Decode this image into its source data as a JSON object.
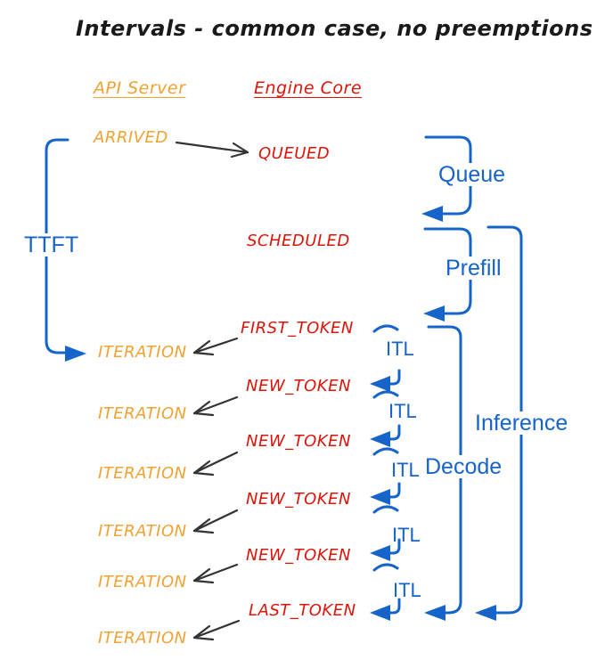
{
  "title": "Intervals - common case, no preemptions",
  "columns": {
    "api_server": "API Server",
    "engine_core": "Engine Core"
  },
  "events": {
    "arrived": "ARRIVED",
    "queued": "QUEUED",
    "scheduled": "SCHEDULED",
    "first_token": "FIRST_TOKEN",
    "new_token": "NEW_TOKEN",
    "last_token": "LAST_TOKEN",
    "iteration": "ITERATION"
  },
  "intervals": {
    "ttft": "TTFT",
    "queue": "Queue",
    "prefill": "Prefill",
    "decode": "Decode",
    "inference": "Inference",
    "itl": "ITL"
  },
  "colors": {
    "orange": "#F0A232",
    "red": "#DC1408",
    "blue": "#1664C9",
    "ink": "#1A1A1A",
    "arrow": "#333333"
  }
}
